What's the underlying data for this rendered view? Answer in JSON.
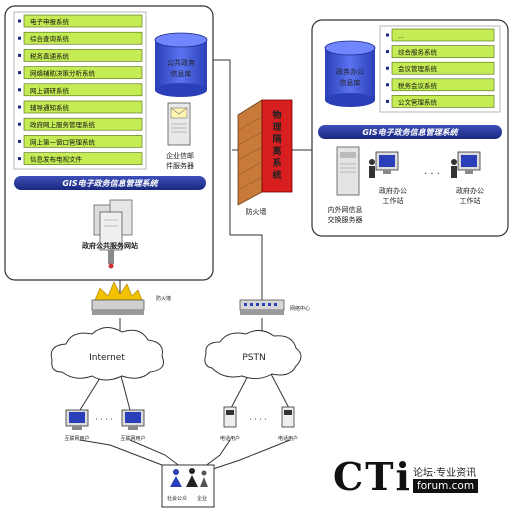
{
  "left_panel": {
    "services": [
      "电子申报系统",
      "综合查询系统",
      "税务直通系统",
      "网络辅助决策分析系统",
      "网上调研系统",
      "辅导通知系统",
      "政府网上服务管理系统",
      "网上第一窗口管理系统",
      "信息发布电视文件"
    ],
    "db_label": [
      "公共政务",
      "信息库"
    ],
    "mail_server_label": [
      "企业信邮",
      "件服务器"
    ],
    "gis_bar": "GIS电子政务信息管理系统",
    "portal_label": "政府公共服务网站"
  },
  "right_panel": {
    "db_label": [
      "政务办公",
      "信息库"
    ],
    "services": [
      "...",
      "综合服务系统",
      "会议管理系统",
      "税务会议系统",
      "公文管理系统"
    ],
    "gis_bar": "GIS电子政务信息管理系统",
    "ws1_label": [
      "政府办公",
      "工作站"
    ],
    "ws2_label": [
      "政府办公",
      "工作站"
    ],
    "dots": "· · ·"
  },
  "center": {
    "firewall_label": "防火墙",
    "red_wall_text": "物理隔离系统",
    "exchange_label": [
      "内外网信息",
      "交换服务器"
    ]
  },
  "lower": {
    "firewall_small": "防火墙",
    "switch_label": "网络中心",
    "internet_label": "Internet",
    "pstn_label": "PSTN",
    "net_user": "互联网用户",
    "phone_user": "电话用户",
    "dots": "· · · ·",
    "public_label": [
      "社会公众",
      "企业"
    ]
  },
  "brand": {
    "logo": "CTi",
    "cn": "论坛·专业资讯",
    "url": "forum.com"
  }
}
